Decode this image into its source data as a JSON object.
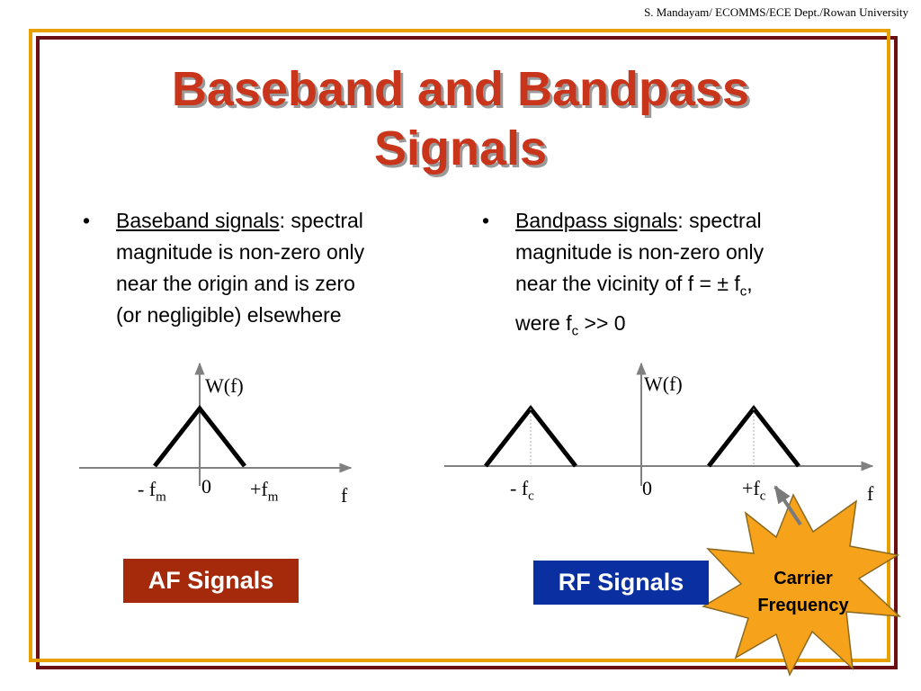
{
  "credit": "S. Mandayam/ ECOMMS/ECE Dept./Rowan University",
  "title_line1": "Baseband and Bandpass",
  "title_line2": "Signals",
  "bullets": {
    "baseband": {
      "marker": "•",
      "term": "Baseband signals",
      "rest_line1": ": spectral",
      "line2": "magnitude is non-zero only",
      "line3": "near the origin and is zero",
      "line4": "(or negligible) elsewhere"
    },
    "bandpass": {
      "marker": "•",
      "term": "Bandpass signals",
      "rest_line1": ": spectral",
      "line2": "magnitude is non-zero only",
      "line3a": "near the vicinity of f = ± f",
      "line3_sub": "c",
      "line3b": ",",
      "line4a": "were f",
      "line4_sub": "c",
      "line4b": " >> 0"
    }
  },
  "baseband_plot": {
    "ylabel": "W(f)",
    "xlabel": "f",
    "tick_neg": "- f",
    "tick_neg_sub": "m",
    "tick_zero": "0",
    "tick_pos": "+f",
    "tick_pos_sub": "m"
  },
  "bandpass_plot": {
    "ylabel": "W(f)",
    "xlabel": "f",
    "tick_neg": "- f",
    "tick_neg_sub": "c",
    "tick_zero": "0",
    "tick_pos": "+f",
    "tick_pos_sub": "c"
  },
  "labels": {
    "af": "AF Signals",
    "rf": "RF Signals",
    "carrier_line1": "Carrier",
    "carrier_line2": "Frequency"
  },
  "colors": {
    "title": "#c8351a",
    "frame_outer": "#6b0f12",
    "frame_inner": "#e8a000",
    "af_box": "#a52a0c",
    "rf_box": "#0a2fa0",
    "star_fill": "#f7a21b",
    "axis": "#808080"
  }
}
